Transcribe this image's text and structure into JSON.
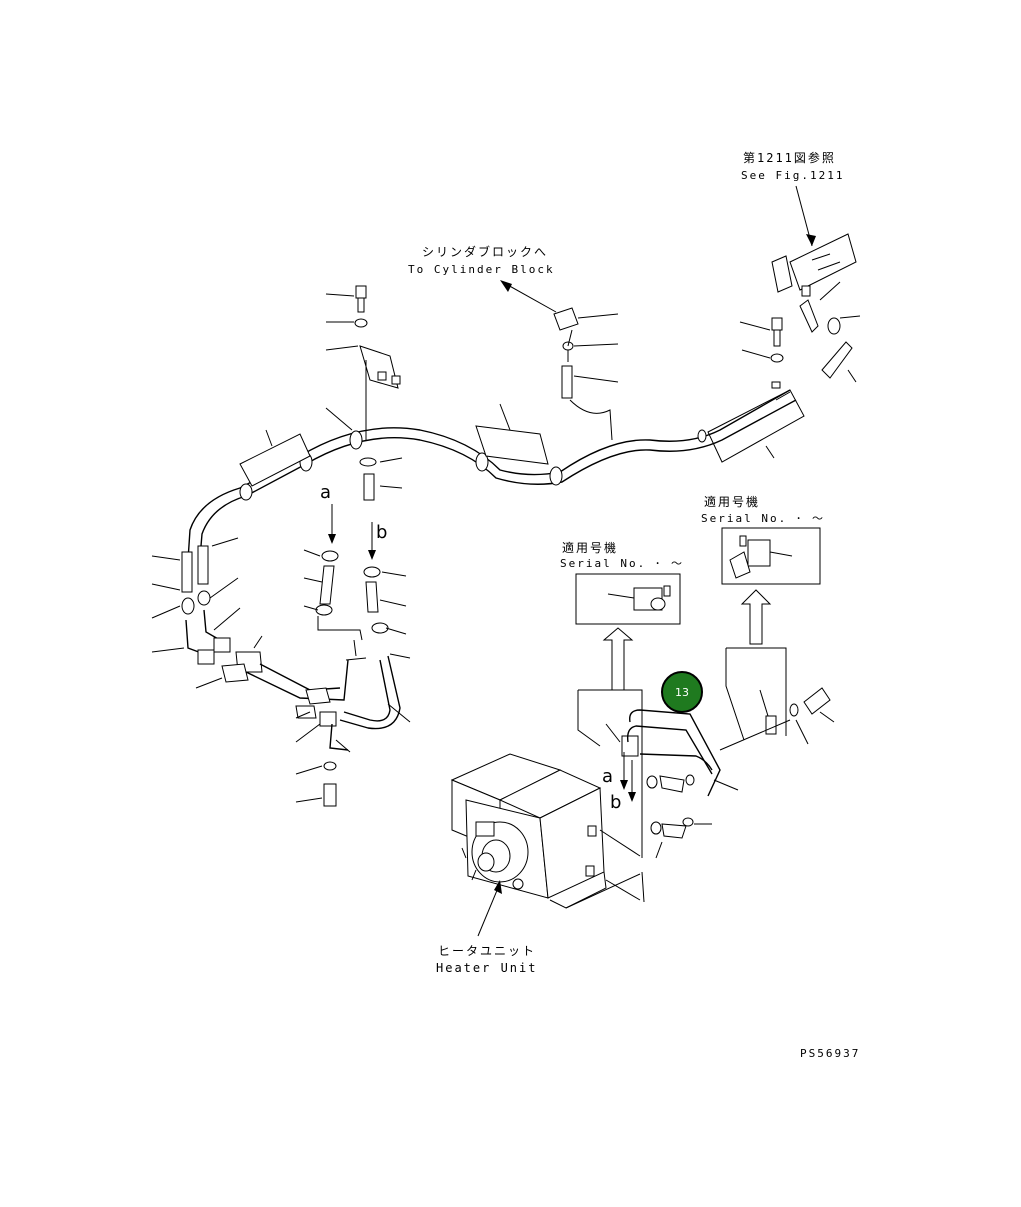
{
  "labels": {
    "fig_ref_jp": "第1211図参照",
    "fig_ref_en": "See Fig.1211",
    "cyl_block_jp": "シリンダブロックへ",
    "cyl_block_en": "To Cylinder Block",
    "serial_jp_1": "適用号機",
    "serial_en_1": "Serial No.  ･  ～",
    "serial_jp_2": "適用号機",
    "serial_en_2": "Serial No.  ･  ～",
    "heater_jp": "ヒータユニット",
    "heater_en": "Heater Unit",
    "drawing_no": "PS56937",
    "mark_a1": "a",
    "mark_b1": "b",
    "mark_a2": "a",
    "mark_b2": "b"
  },
  "callout": {
    "number": "13",
    "color": "#1f7a1f"
  }
}
